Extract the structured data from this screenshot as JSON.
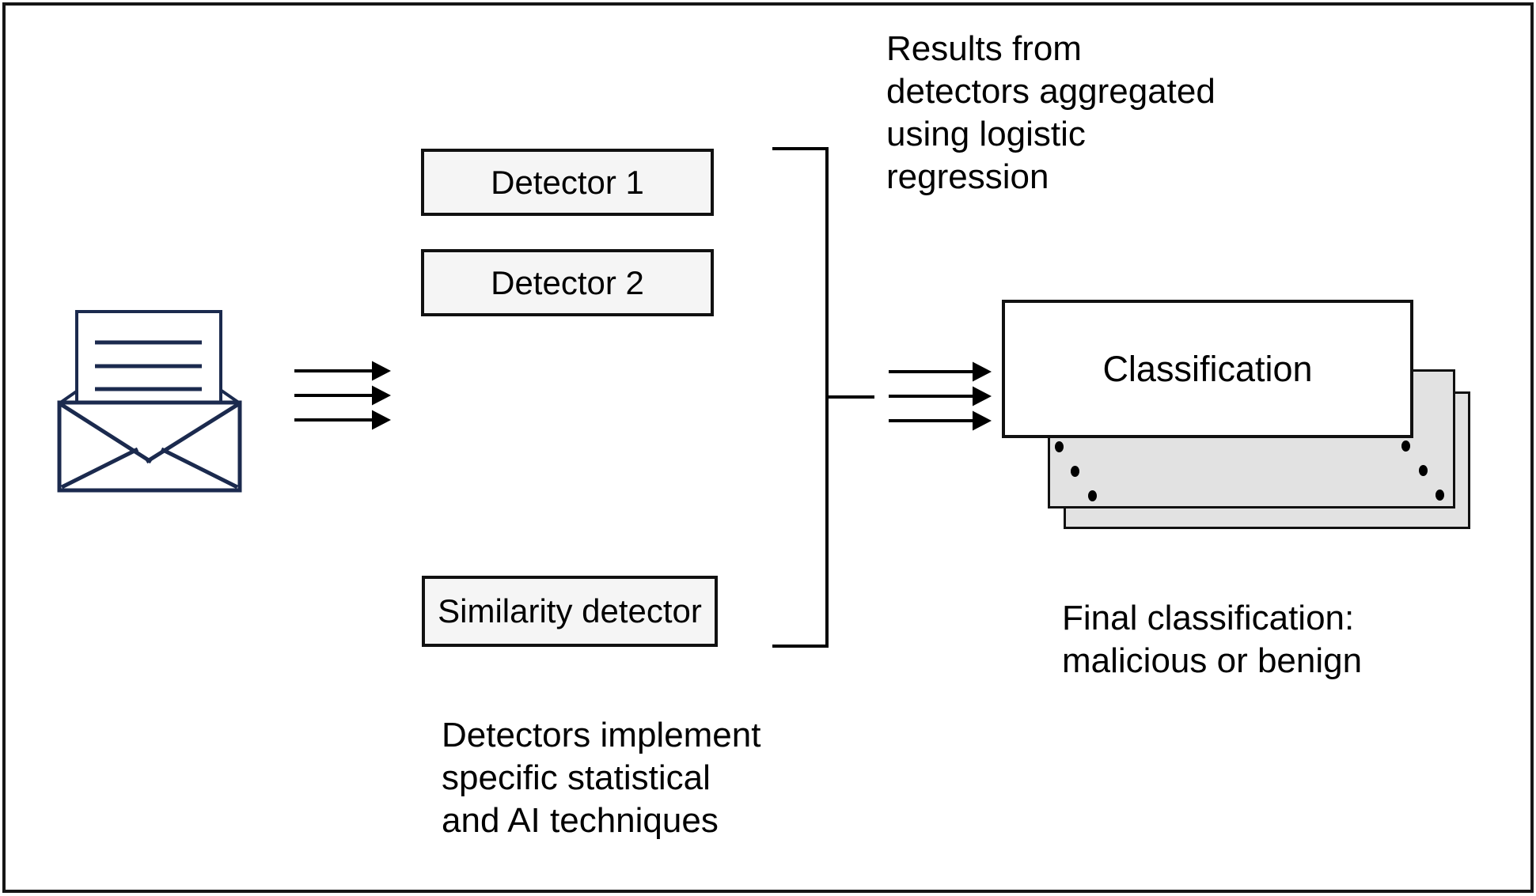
{
  "diagram": {
    "title_hint": "Email threat detection pipeline",
    "detectors": [
      {
        "label": "Detector 1"
      },
      {
        "label": "Detector 2"
      },
      {
        "label": "Similarity detector"
      }
    ],
    "classification_box": {
      "label": "Classification"
    },
    "annotations": {
      "aggregation": "Results from\ndetectors aggregated\nusing logistic\nregression",
      "detectors_note": "Detectors implement\nspecific statistical\nand AI techniques",
      "final_note": "Final classification:\nmalicious or benign"
    },
    "icons": {
      "email": "open-envelope-with-letter-icon"
    },
    "arrows": {
      "input_count": 3,
      "output_count": 3
    },
    "colors": {
      "envelope_stroke": "#1b2a4e",
      "detector_box_fill": "#f5f5f5",
      "paper_fill": "#e2e2e2",
      "line": "#000000",
      "border": "#161616"
    }
  }
}
